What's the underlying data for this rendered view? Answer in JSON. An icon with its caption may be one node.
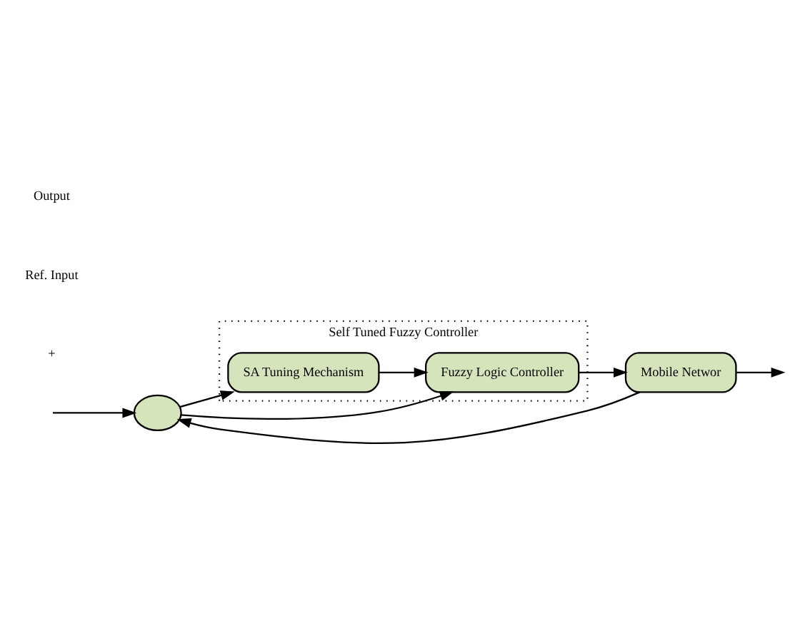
{
  "diagram": {
    "nodes": [
      {
        "text": [
          "Self Tuned Fuzzy Controller"
        ]
      },
      {
        "text": [
          "SA Tuning Mechanism"
        ],
        "in": 0
      },
      {
        "text": [
          "Fuzzy Logic Controller"
        ],
        "in": 0
      },
      {
        "text": [],
        "shape": "circle"
      },
      {
        "text": [
          "Mobile Networ"
        ]
      }
    ],
    "edges": [
      {
        "from": null,
        "to": 3,
        "arrow": "to"
      },
      {
        "from": 3,
        "to": 1,
        "arrow": "to"
      },
      {
        "from": 3,
        "to": 2,
        "arrow": "to"
      },
      {
        "from": 1,
        "to": 2,
        "arrow": "to"
      },
      {
        "from": 2,
        "to": 4,
        "arrow": "to"
      },
      {
        "from": 4,
        "to": null,
        "arrow": "to"
      },
      {
        "from": 4,
        "to": 3,
        "arrow": "to"
      }
    ],
    "labels": [
      "+",
      "Ref. Input",
      "Output"
    ]
  }
}
